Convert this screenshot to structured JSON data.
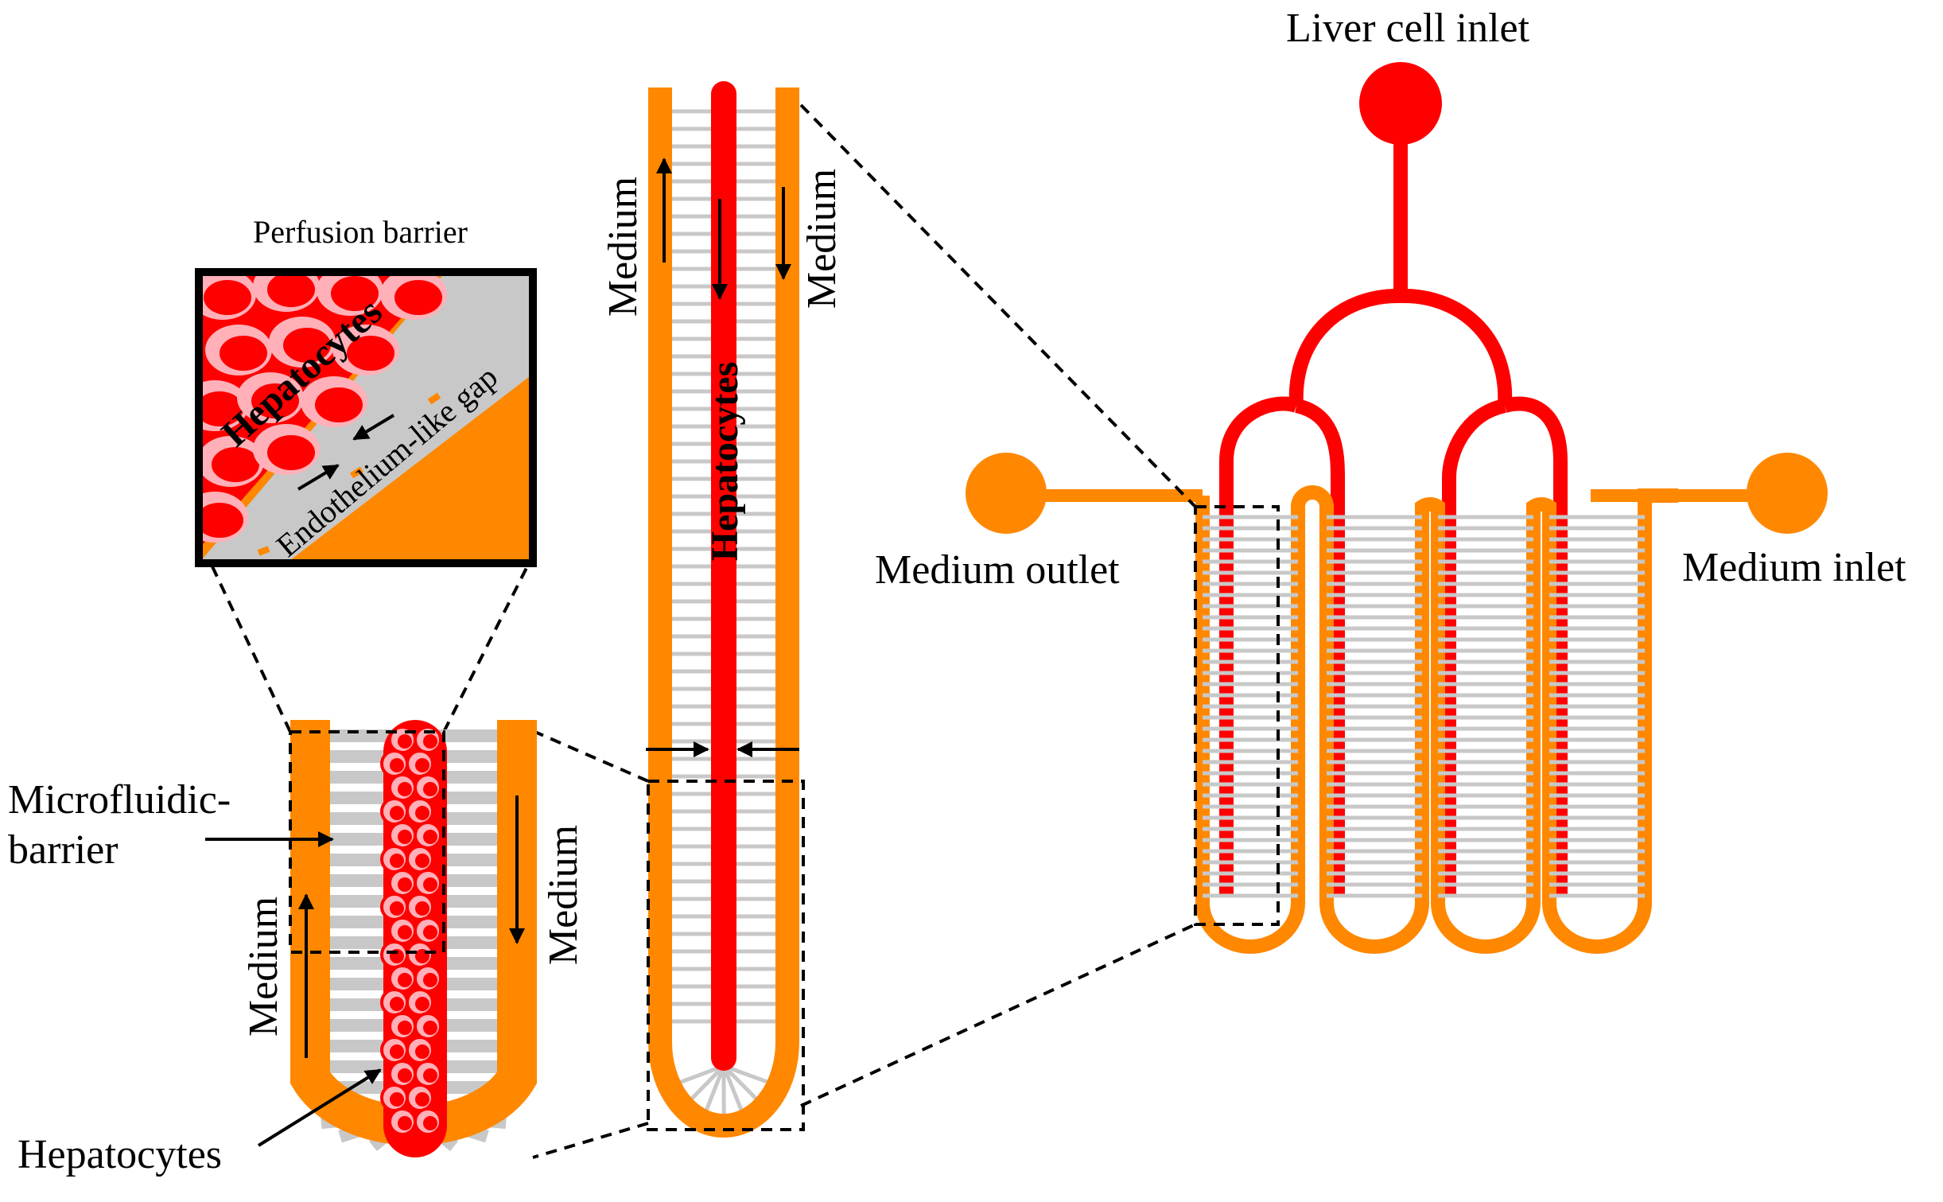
{
  "labels": {
    "liver_cell_inlet": "Liver cell inlet",
    "medium_outlet": "Medium outlet",
    "medium_inlet": "Medium inlet",
    "perfusion_barrier": "Perfusion barrier",
    "hepatocytes_inset": "Hepatocytes",
    "endothelium_gap": "Endothelium-like gap",
    "medium_mid_left": "Medium",
    "medium_mid_right": "Medium",
    "hepatocytes_mid": "Hepatocytes",
    "microfluidic_barrier_line1": "Microfluidic-",
    "microfluidic_barrier_line2": "barrier",
    "medium_bottom_left": "Medium",
    "medium_bottom_right": "Medium",
    "hepatocytes_bottom": "Hepatocytes"
  },
  "colors": {
    "medium_channel": "#ff8800",
    "cell_channel": "#ff0000",
    "barrier": "#c8c8c8",
    "cell_highlight": "#ffb0b8"
  }
}
